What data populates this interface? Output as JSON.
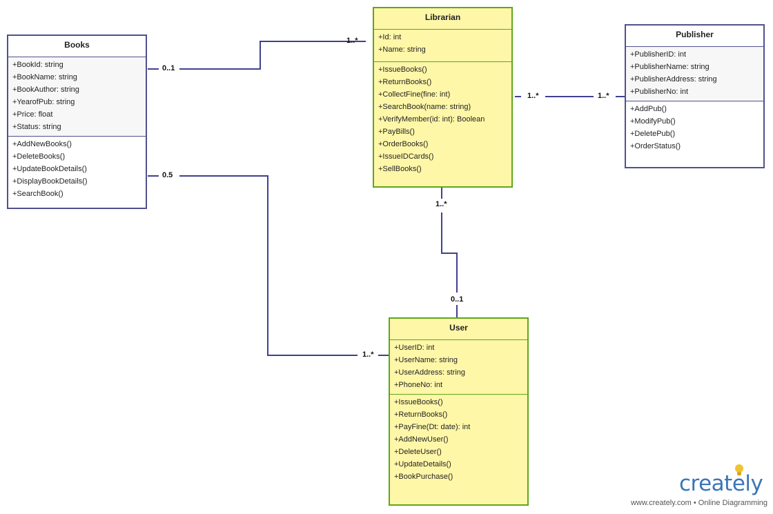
{
  "classes": {
    "books": {
      "name": "Books",
      "attributes": [
        "+BookId: string",
        "+BookName: string",
        "+BookAuthor: string",
        "+YearofPub: string",
        "+Price: float",
        "+Status: string"
      ],
      "methods": [
        "+AddNewBooks()",
        "+DeleteBooks()",
        "+UpdateBookDetails()",
        "+DisplayBookDetails()",
        "+SearchBook()"
      ]
    },
    "librarian": {
      "name": "Librarian",
      "attributes": [
        "+Id: int",
        "+Name: string"
      ],
      "methods": [
        "+IssueBooks()",
        "+ReturnBooks()",
        "+CollectFine(fine: int)",
        "+SearchBook(name: string)",
        "+VerifyMember(id: int): Boolean",
        "+PayBills()",
        "+OrderBooks()",
        "+IssueIDCards()",
        "+SellBooks()"
      ]
    },
    "publisher": {
      "name": "Publisher",
      "attributes": [
        "+PublisherID: int",
        "+PublisherName: string",
        "+PublisherAddress: string",
        "+PublisherNo: int"
      ],
      "methods": [
        "+AddPub()",
        "+ModifyPub()",
        "+DeletePub()",
        "+OrderStatus()"
      ]
    },
    "user": {
      "name": "User",
      "attributes": [
        "+UserID: int",
        "+UserName: string",
        "+UserAddress: string",
        "+PhoneNo: int"
      ],
      "methods": [
        "+IssueBooks()",
        "+ReturnBooks()",
        "+PayFine(Dt: date): int",
        "+AddNewUser()",
        "+DeleteUser()",
        "+UpdateDetails()",
        "+BookPurchase()"
      ]
    }
  },
  "associations": {
    "books_librarian": {
      "from": "Books",
      "to": "Librarian",
      "from_mult": "0..1",
      "to_mult": "1..*"
    },
    "librarian_publisher": {
      "from": "Librarian",
      "to": "Publisher",
      "from_mult": "1..*",
      "to_mult": "1..*"
    },
    "librarian_user": {
      "from": "Librarian",
      "to": "User",
      "from_mult": "1..*",
      "to_mult": "0..1"
    },
    "books_user": {
      "from": "Books",
      "to": "User",
      "from_mult": "0.5",
      "to_mult": "1..*"
    }
  },
  "branding": {
    "logo": "creately",
    "tagline": "www.creately.com • Online Diagramming",
    "colors": {
      "blue": "#3a76b8",
      "bulb": "#f2c230"
    }
  },
  "colors": {
    "class_fill_yellow": "#fff7a8",
    "class_border_green": "#5fa51a",
    "class_border_navy": "#50508e",
    "connector": "#3f3f8f"
  }
}
